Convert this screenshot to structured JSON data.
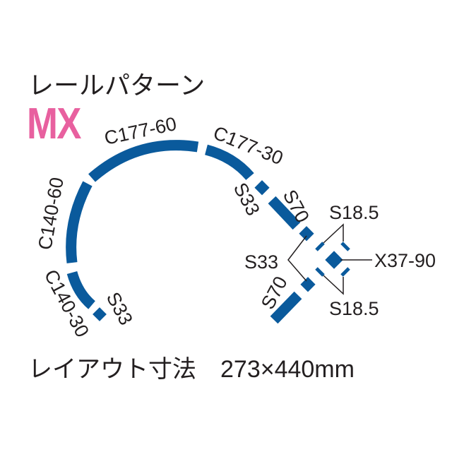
{
  "title": "レールパターン",
  "pattern_name": "MX",
  "rail_color": "#0a5a9c",
  "labels": {
    "c177_60": "C177-60",
    "c177_30": "C177-30",
    "c140_60": "C140-60",
    "c140_30": "C140-30",
    "s33_left": "S33",
    "s33_top": "S33",
    "s70_top": "S70",
    "s18_5_top": "S18.5",
    "s33_cross": "S33",
    "x37_90": "X37-90",
    "s70_bottom": "S70",
    "s18_5_bottom": "S18.5"
  },
  "dimensions": {
    "label": "レイアウト寸法",
    "value": "273×440mm"
  }
}
